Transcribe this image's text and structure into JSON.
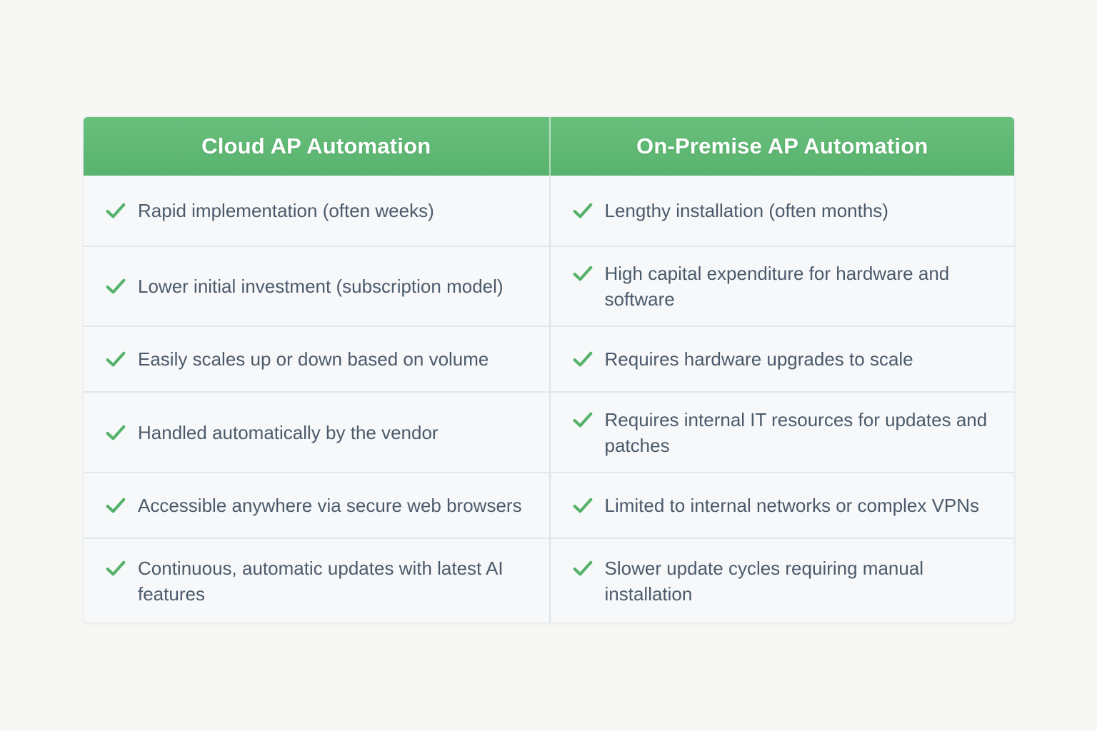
{
  "table": {
    "header": {
      "cloud": "Cloud AP Automation",
      "on_premise": "On-Premise AP Automation"
    },
    "rows": [
      {
        "cloud": "Rapid implementation (often weeks)",
        "on_premise": "Lengthy installation (often months)"
      },
      {
        "cloud": "Lower initial investment (subscription model)",
        "on_premise": "High capital expenditure for hardware and software"
      },
      {
        "cloud": "Easily scales up or down based on volume",
        "on_premise": "Requires hardware upgrades to scale"
      },
      {
        "cloud": "Handled automatically by the vendor",
        "on_premise": "Requires internal IT resources for updates and patches"
      },
      {
        "cloud": "Accessible anywhere via secure web browsers",
        "on_premise": "Limited to internal networks or complex VPNs"
      },
      {
        "cloud": "Continuous, automatic updates with latest AI features",
        "on_premise": "Slower update cycles requiring manual installation"
      }
    ],
    "icons": {
      "row_bullet": "check-icon"
    },
    "colors": {
      "header_green": "#5fb873",
      "header_text": "#ffffff",
      "check_green": "#55b26b",
      "body_text": "#4b5a6b",
      "row_background": "#f7f8f9",
      "row_divider": "#e3e7ea",
      "column_divider": "#dde2e6",
      "page_background": "#f7f7f5"
    }
  }
}
